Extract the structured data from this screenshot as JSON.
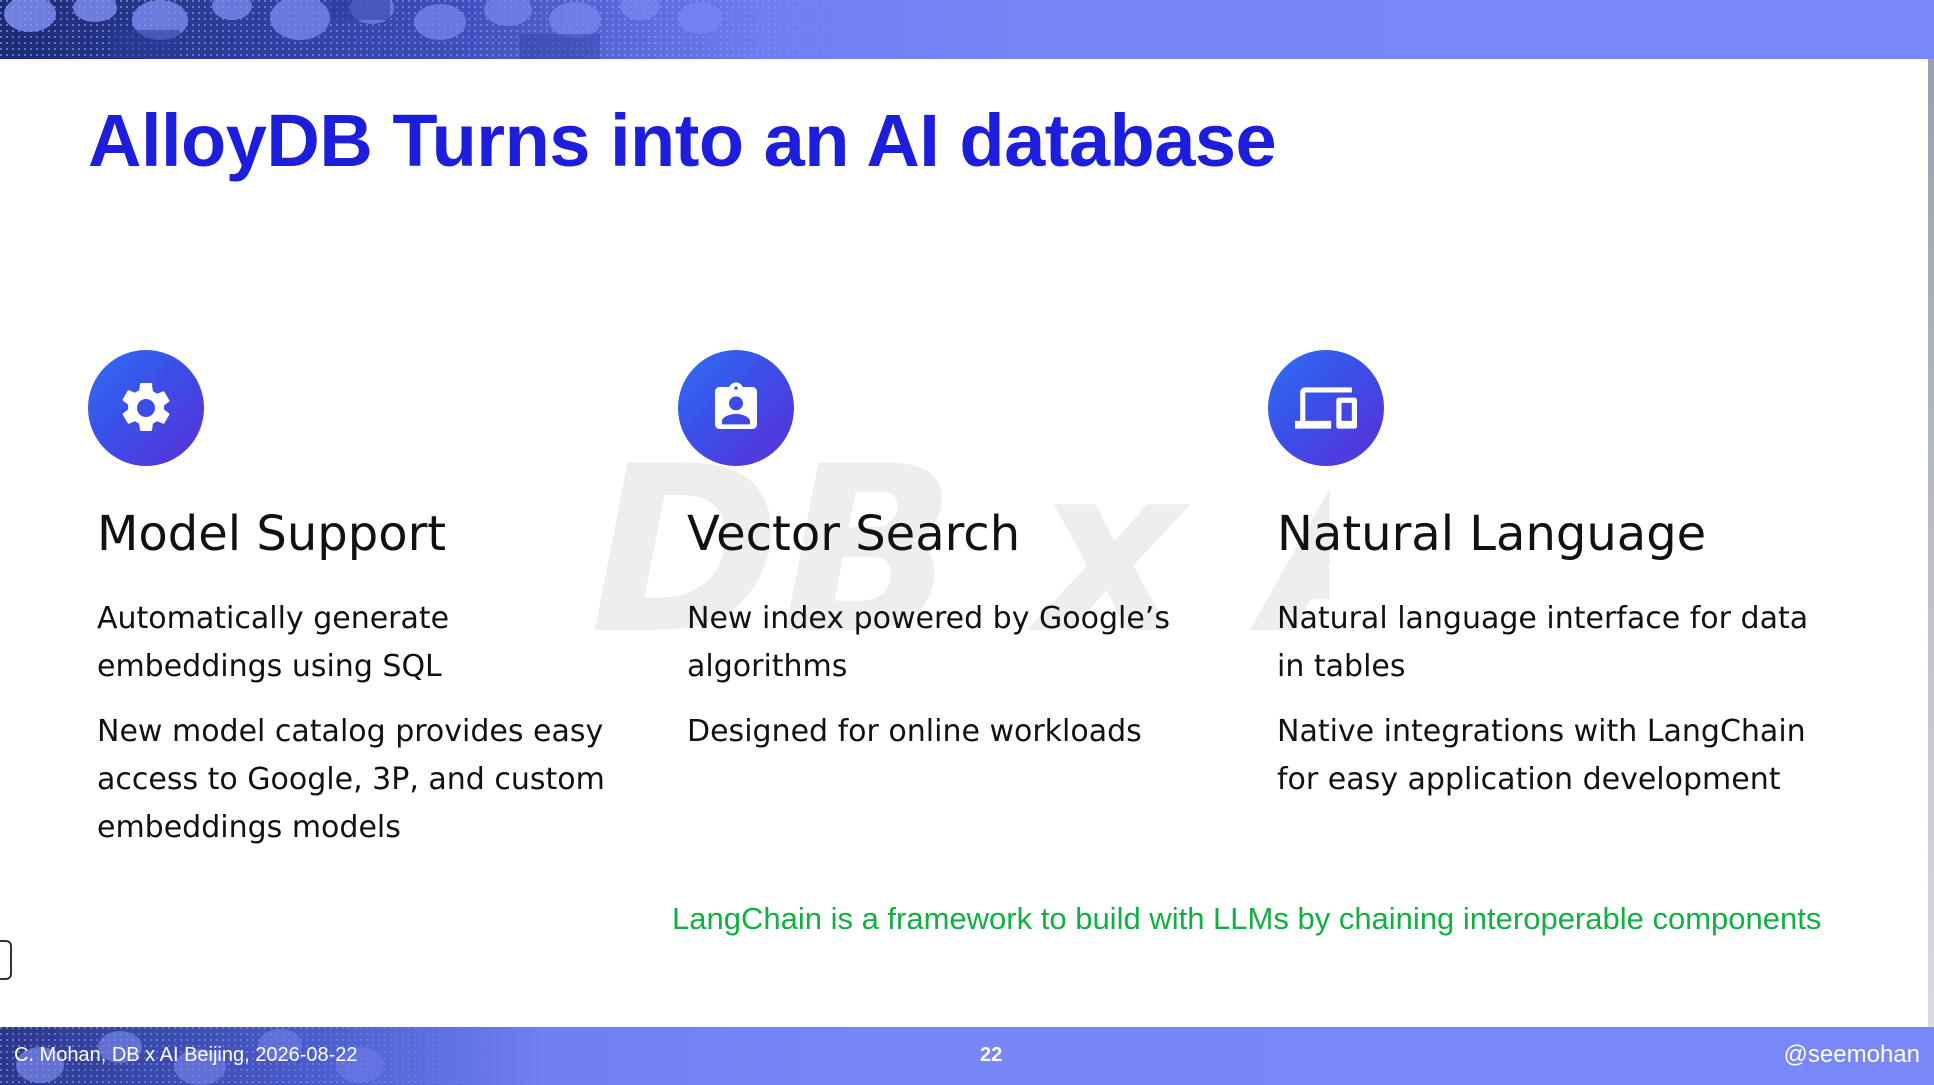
{
  "slide": {
    "title": "AlloyDB Turns into an AI database",
    "watermark_text": "DB x AI",
    "columns": [
      {
        "icon": "gear-icon",
        "heading": "Model Support",
        "paragraphs": [
          "Automatically generate embeddings using SQL",
          "New model catalog provides easy access to Google, 3P, and custom embeddings models"
        ]
      },
      {
        "icon": "id-badge-icon",
        "heading": "Vector Search",
        "paragraphs": [
          "New index powered by Google’s algorithms",
          "Designed for online workloads"
        ]
      },
      {
        "icon": "devices-icon",
        "heading": "Natural Language",
        "paragraphs": [
          "Natural language interface for data in tables",
          "Native integrations with LangChain for easy application development"
        ]
      }
    ],
    "footnote": "LangChain is a framework to build with LLMs by chaining interoperable components"
  },
  "footer": {
    "left": "C. Mohan, DB x AI Beijing, 2026-08-22",
    "page_number": "22",
    "right": "@seemohan"
  },
  "colors": {
    "title": "#1d1ddc",
    "body_text": "#111111",
    "footnote": "#12b043",
    "banner": "#7888f8",
    "icon_gradient_start": "#2f6ff5",
    "icon_gradient_end": "#5b2fd6"
  }
}
